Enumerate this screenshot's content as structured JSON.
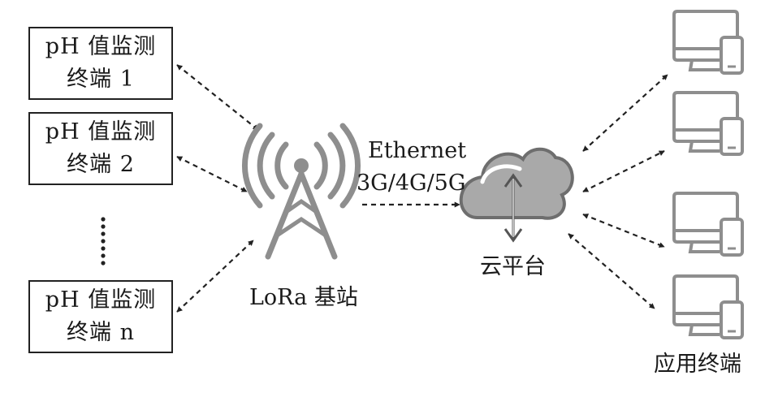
{
  "nodes": {
    "terminal_1": {
      "line1": "pH 值监测",
      "line2": "终端 1"
    },
    "terminal_2": {
      "line1": "pH 值监测",
      "line2": "终端 2"
    },
    "terminal_n": {
      "line1": "pH 值监测",
      "line2": "终端 n"
    },
    "base_station": {
      "label": "LoRa 基站"
    },
    "cloud": {
      "label": "云平台"
    },
    "apps": {
      "label": "应用终端"
    }
  },
  "link": {
    "line1": "Ethernet",
    "line2": "3G/4G/5G"
  },
  "colors": {
    "icon_gray": "#8e8e8e",
    "arrow": "#222222",
    "cloud_fill": "#a9a9a9"
  }
}
